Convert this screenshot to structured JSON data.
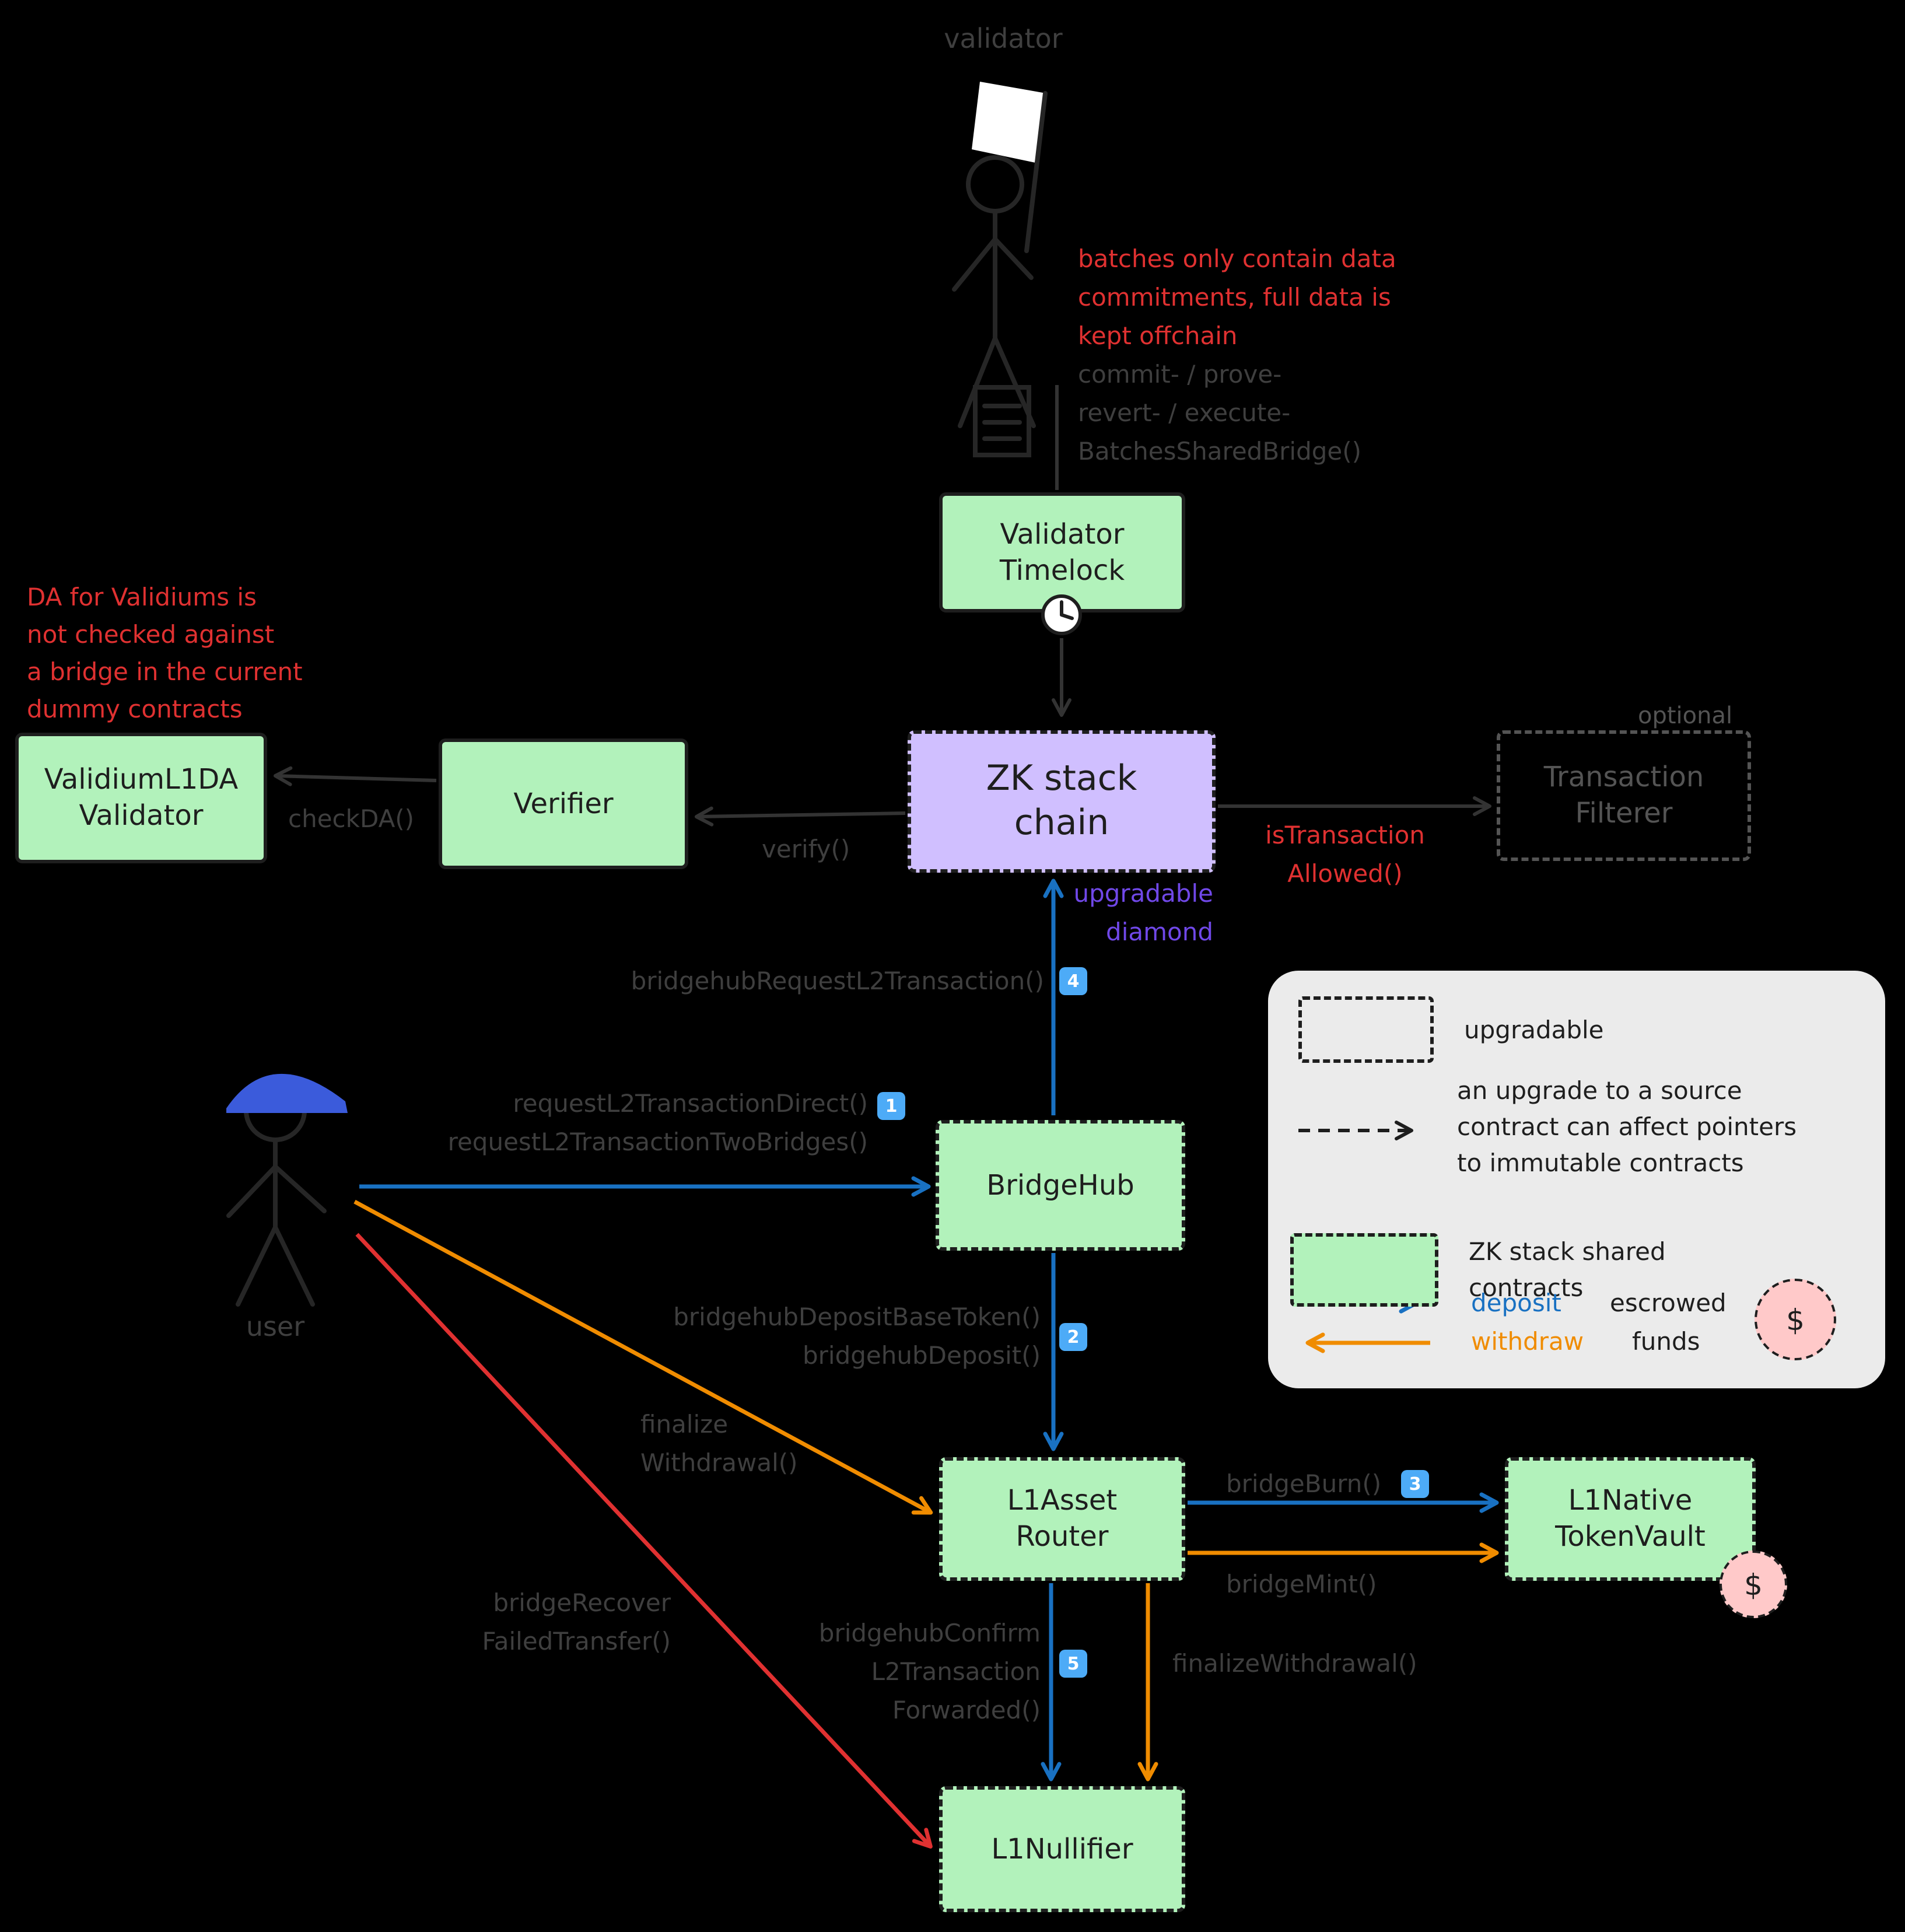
{
  "actors": {
    "validator_label": "validator",
    "user_label": "user"
  },
  "nodes": {
    "validator_timelock": {
      "line1": "Validator",
      "line2": "Timelock"
    },
    "validium_l1da_validator": {
      "line1": "ValidiumL1DA",
      "line2": "Validator"
    },
    "verifier": {
      "line1": "Verifier"
    },
    "zk_stack_chain": {
      "line1": "ZK stack",
      "line2": "chain"
    },
    "transaction_filterer": {
      "line1": "Transaction",
      "line2": "Filterer",
      "tag": "optional"
    },
    "bridgehub": {
      "line1": "BridgeHub"
    },
    "l1_asset_router": {
      "line1": "L1Asset",
      "line2": "Router"
    },
    "l1_native_token_vault": {
      "line1": "L1Native",
      "line2": "TokenVault"
    },
    "l1_nullifier": {
      "line1": "L1Nullifier"
    }
  },
  "annotations": {
    "batches_note": {
      "line1": "batches only contain data",
      "line2": "commitments, full data is",
      "line3": "kept offchain"
    },
    "batch_functions": {
      "line1": "commit- / prove-",
      "line2": "revert- / execute-",
      "line3": "BatchesSharedBridge()"
    },
    "da_note": {
      "line1": "DA for Validiums is",
      "line2": "not checked against",
      "line3": "a bridge in the current",
      "line4": "dummy contracts"
    },
    "upgradable_diamond": {
      "line1": "upgradable",
      "line2": "diamond"
    }
  },
  "edges": {
    "verify": "verify()",
    "check_da": "checkDA()",
    "is_transaction_allowed": {
      "line1": "isTransaction",
      "line2": "Allowed()"
    },
    "bridgehub_request_l2_transaction": "bridgehubRequestL2Transaction()",
    "request_l2_transaction_direct": "requestL2TransactionDirect()",
    "request_l2_transaction_two_bridges": "requestL2TransactionTwoBridges()",
    "bridgehub_deposit_base_token": "bridgehubDepositBaseToken()",
    "bridgehub_deposit": "bridgehubDeposit()",
    "finalize_withdrawal_user": {
      "line1": "finalize",
      "line2": "Withdrawal()"
    },
    "bridge_recover_failed_transfer": {
      "line1": "bridgeRecover",
      "line2": "FailedTransfer()"
    },
    "bridge_burn": "bridgeBurn()",
    "bridge_mint": "bridgeMint()",
    "bridgehub_confirm_l2_transaction_forwarded": {
      "line1": "bridgehubConfirm",
      "line2": "L2Transaction",
      "line3": "Forwarded()"
    },
    "finalize_withdrawal": "finalizeWithdrawal()"
  },
  "steps": {
    "step1": "1",
    "step2": "2",
    "step3": "3",
    "step4": "4",
    "step5": "5"
  },
  "legend": {
    "upgradable": "upgradable",
    "upgrade_note": {
      "line1": "an upgrade to a source",
      "line2": "contract can affect pointers",
      "line3": "to immutable contracts"
    },
    "shared": {
      "line1": "ZK stack shared",
      "line2": "contracts"
    },
    "deposit": "deposit",
    "withdraw": "withdraw",
    "escrowed": {
      "line1": "escrowed",
      "line2": "funds"
    }
  },
  "symbols": {
    "escrow_dollar": "$"
  },
  "colors": {
    "background": "#000000",
    "node_green": "#b2f2bb",
    "node_purple": "#d0bfff",
    "border_dark": "#1e1e1e",
    "text_dark": "#1e1e1e",
    "deposit_blue": "#1971c2",
    "withdraw_orange": "#f08c00",
    "error_red": "#e03131",
    "badge_blue": "#4dabf7",
    "escrow_pink": "#ffc9c9",
    "dim_label": "#3f3f3f",
    "ghost_gray": "#545454",
    "legend_bg": "#ebebeb",
    "cap_blue": "#3b5bdb",
    "diamond_purple": "#7048e8",
    "connector_gray": "#333333",
    "figure_dark": "#262626",
    "flag_white": "#ffffff"
  }
}
